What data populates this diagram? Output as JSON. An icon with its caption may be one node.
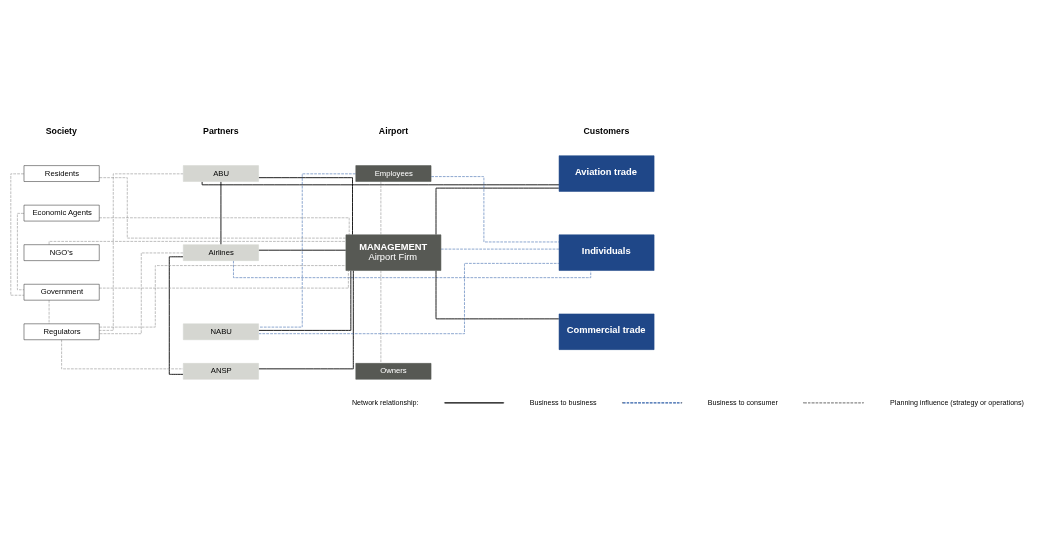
{
  "diagram": {
    "nodes": [
      {
        "text": [
          "Residents"
        ]
      },
      {
        "text": [
          "Economic Agents"
        ]
      },
      {
        "text": [
          "NGO’s"
        ]
      },
      {
        "text": [
          "Government"
        ]
      },
      {
        "text": [
          "Regulators"
        ]
      },
      {
        "text": [
          "ABU"
        ]
      },
      {
        "text": [
          "Airlines"
        ]
      },
      {
        "text": [
          "NABU"
        ]
      },
      {
        "text": [
          "ANSP"
        ]
      },
      {
        "text": [
          "Employees"
        ]
      },
      {
        "text": [
          "MANAGEMENT",
          "Airport Firm"
        ]
      },
      {
        "text": [
          "Owners"
        ]
      },
      {
        "text": [
          "Aviation trade"
        ]
      },
      {
        "text": [
          "Individuals"
        ]
      },
      {
        "text": [
          "Commercial trade"
        ]
      }
    ],
    "edges": [
      {
        "from": 5,
        "to": 6,
        "arrow": "none",
        "color": "#000000"
      },
      {
        "from": 5,
        "to": 12,
        "arrow": "none",
        "color": "#000000"
      },
      {
        "from": 5,
        "to": 10,
        "arrow": "none",
        "color": "#000000"
      },
      {
        "from": 6,
        "to": 10,
        "arrow": "none",
        "color": "#000000"
      },
      {
        "from": 6,
        "to": 8,
        "arrow": "none",
        "color": "#000000"
      },
      {
        "from": 8,
        "to": 10,
        "arrow": "none",
        "color": "#000000"
      },
      {
        "from": 7,
        "to": 10,
        "arrow": "none",
        "color": "#000000"
      },
      {
        "from": 10,
        "to": 12,
        "arrow": "none",
        "color": "#000000"
      },
      {
        "from": 10,
        "to": 14,
        "arrow": "none",
        "color": "#000000"
      },
      {
        "from": 9,
        "to": 7,
        "arrow": "none",
        "style": "dashed",
        "color": "#2f5fa8"
      },
      {
        "from": 9,
        "to": 13,
        "arrow": "none",
        "style": "dashed",
        "color": "#2f5fa8"
      },
      {
        "from": 10,
        "to": 13,
        "arrow": "none",
        "style": "dashed",
        "color": "#2f5fa8"
      },
      {
        "from": 6,
        "to": 13,
        "arrow": "none",
        "style": "dashed",
        "color": "#2f5fa8"
      },
      {
        "from": 7,
        "to": 13,
        "arrow": "none",
        "style": "dashed",
        "color": "#2f5fa8"
      },
      {
        "from": 0,
        "to": 3,
        "arrow": "none",
        "style": "dashed"
      },
      {
        "from": 0,
        "to": 10,
        "arrow": "none",
        "style": "dashed"
      },
      {
        "from": 2,
        "to": 10,
        "arrow": "none",
        "style": "dashed"
      },
      {
        "from": 1,
        "to": 10,
        "arrow": "none",
        "style": "dashed"
      },
      {
        "from": 1,
        "to": 3,
        "arrow": "none",
        "style": "dashed"
      },
      {
        "from": 3,
        "to": 10,
        "arrow": "none",
        "style": "dashed"
      },
      {
        "from": 3,
        "to": 4,
        "arrow": "none",
        "style": "dashed"
      },
      {
        "from": 5,
        "to": 4,
        "arrow": "none",
        "style": "dashed"
      },
      {
        "from": 6,
        "to": 4,
        "arrow": "none",
        "style": "dashed"
      },
      {
        "from": 4,
        "to": 8,
        "arrow": "none",
        "style": "dashed"
      },
      {
        "from": 4,
        "to": 10,
        "arrow": "none",
        "style": "dashed"
      },
      {
        "from": 9,
        "to": 10,
        "arrow": "none",
        "style": "dashed"
      },
      {
        "from": 10,
        "to": 11,
        "arrow": "none",
        "style": "dashed"
      }
    ],
    "labels": [
      "Society",
      "Partners",
      "Airport",
      "Customers",
      "Network relationship:"
    ],
    "legend": [
      {
        "text": "Business to business"
      },
      {
        "text": "Business to consumer"
      },
      {
        "text": "Planning influence (strategy or operations)"
      }
    ]
  }
}
